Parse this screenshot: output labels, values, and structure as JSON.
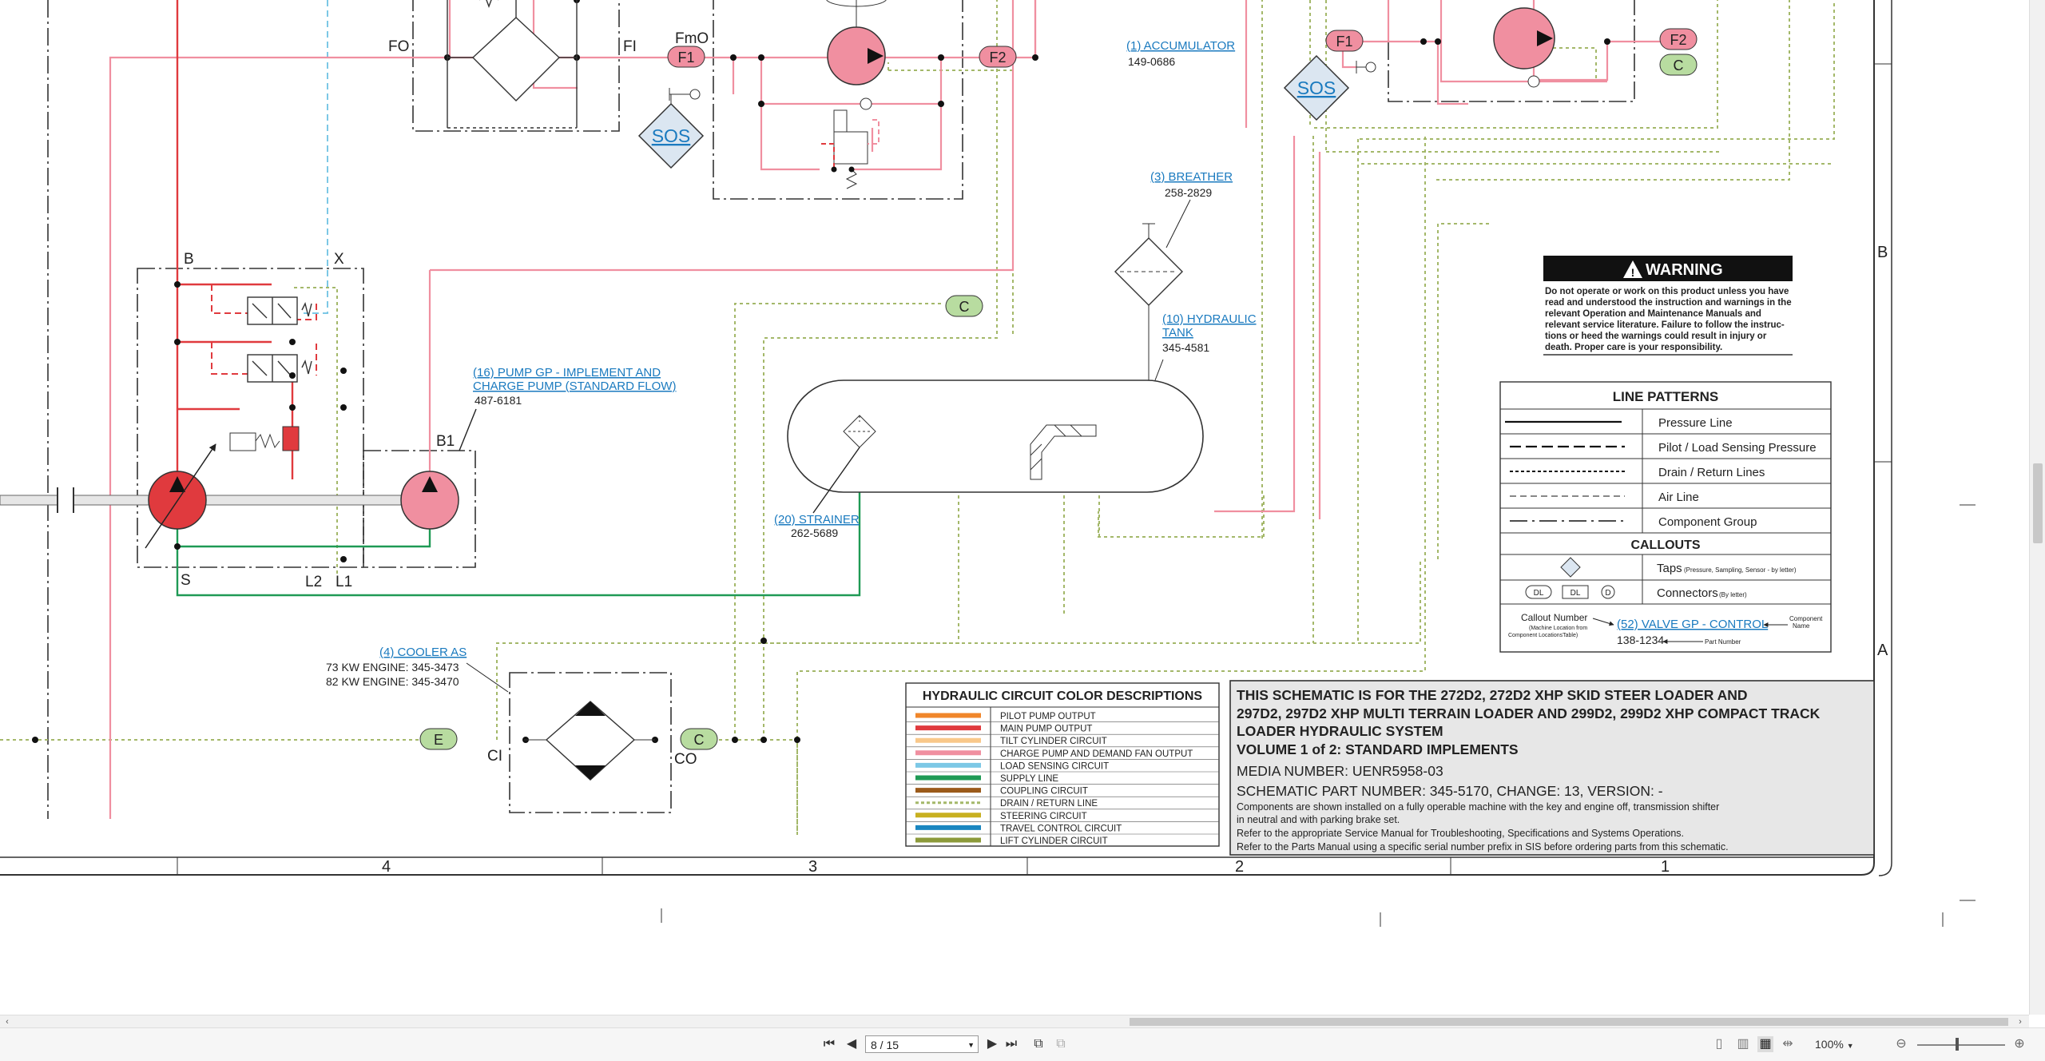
{
  "schematic": {
    "components": {
      "accumulator": {
        "callout": "(1) ACCUMULATOR",
        "part": "149-0686"
      },
      "breather": {
        "callout": "(3) BREATHER",
        "part": "258-2829"
      },
      "hydraulic_tank": {
        "callout_l1": "(10) HYDRAULIC",
        "callout_l2": "TANK",
        "part": "345-4581"
      },
      "pump": {
        "callout_l1": "(16) PUMP GP - IMPLEMENT AND",
        "callout_l2": "CHARGE PUMP (STANDARD FLOW)",
        "part": "487-6181"
      },
      "strainer": {
        "callout": "(20) STRAINER",
        "part": "262-5689"
      },
      "cooler": {
        "callout": "(4) COOLER AS",
        "part_73": "73 KW ENGINE: 345-3473",
        "part_82": "82 KW ENGINE: 345-3470"
      }
    },
    "ports": {
      "fo": "FO",
      "fi": "FI",
      "fmo": "FmO",
      "f1": "F1",
      "f2": "F2",
      "c": "C",
      "e": "E",
      "ci": "CI",
      "co": "CO",
      "b": "B",
      "x": "X",
      "b1": "B1",
      "s": "S",
      "l2": "L2",
      "l1": "L1",
      "sos": "SOS"
    },
    "grid": {
      "row_b": "B",
      "row_a": "A",
      "col_4": "4",
      "col_3": "3",
      "col_2": "2",
      "col_1": "1"
    },
    "warning": {
      "title": "WARNING",
      "lines": [
        "Do not operate or work on this product unless you have",
        "read and understood the instruction and warnings in the",
        "relevant Operation and Maintenance Manuals and",
        "relevant service literature. Failure to follow the instruc-",
        "tions or heed the warnings could result in injury or",
        "death. Proper care is your responsibility."
      ]
    },
    "line_patterns": {
      "title": "LINE PATTERNS",
      "items": [
        "Pressure Line",
        "Pilot / Load Sensing Pressure",
        "Drain / Return Lines",
        "Air Line",
        "Component Group"
      ],
      "callouts_title": "CALLOUTS",
      "taps": "Taps",
      "taps_note": "(Pressure, Sampling, Sensor - by letter)",
      "connectors": "Connectors",
      "connectors_note": "(By letter)",
      "conn_dl1": "DL",
      "conn_dl2": "DL",
      "conn_d": "D",
      "example_callout_number": "Callout Number",
      "example_callout_sub1": "(Machine Location from",
      "example_callout_sub2": "Component LocationsTable)",
      "example_link": "(52) VALVE GP - CONTROL",
      "example_component_1": "Component",
      "example_component_2": "Name",
      "example_part": "138-1234",
      "example_part_label": "Part Number"
    },
    "color_descriptions": {
      "title": "HYDRAULIC CIRCUIT COLOR DESCRIPTIONS",
      "items": [
        {
          "label": "PILOT PUMP OUTPUT",
          "color": "#f0862a",
          "dashed": false
        },
        {
          "label": "MAIN PUMP OUTPUT",
          "color": "#e03a3e",
          "dashed": false
        },
        {
          "label": "TILT CYLINDER CIRCUIT",
          "color": "#f9c88a",
          "dashed": false
        },
        {
          "label": "CHARGE PUMP AND DEMAND FAN OUTPUT",
          "color": "#f08fa0",
          "dashed": false
        },
        {
          "label": "LOAD SENSING CIRCUIT",
          "color": "#7cc8e6",
          "dashed": false
        },
        {
          "label": "SUPPLY LINE",
          "color": "#1f9a55",
          "dashed": false
        },
        {
          "label": "COUPLING CIRCUIT",
          "color": "#9b5a1a",
          "dashed": false
        },
        {
          "label": "DRAIN / RETURN LINE",
          "color": "#a4b86a",
          "dashed": true
        },
        {
          "label": "STEERING CIRCUIT",
          "color": "#c8b020",
          "dashed": false
        },
        {
          "label": "TRAVEL CONTROL CIRCUIT",
          "color": "#1a86c0",
          "dashed": false
        },
        {
          "label": "LIFT CYLINDER CIRCUIT",
          "color": "#8c9a3a",
          "dashed": false
        }
      ]
    },
    "title_block": {
      "line1": "THIS SCHEMATIC IS FOR THE 272D2, 272D2 XHP SKID STEER LOADER AND",
      "line2": "297D2, 297D2 XHP MULTI TERRAIN LOADER AND 299D2, 299D2 XHP COMPACT TRACK",
      "line3": "LOADER HYDRAULIC SYSTEM",
      "line4": "VOLUME 1 of 2: STANDARD IMPLEMENTS",
      "media": "MEDIA NUMBER: UENR5958-03",
      "schematic_part": "SCHEMATIC PART NUMBER: 345-5170, CHANGE: 13, VERSION: -",
      "note1": "Components are shown installed on a fully operable machine with the key and engine off, transmission shifter",
      "note2": "in neutral and with parking brake set.",
      "note3": "Refer to the appropriate Service Manual for Troubleshooting, Specifications and Systems Operations.",
      "note4": "Refer to the Parts Manual using a specific serial number prefix in SIS before ordering parts from this schematic."
    }
  },
  "toolbar": {
    "page_value": "8 / 15",
    "zoom_value": "100%"
  },
  "colors": {
    "pressure_red": "#e03a3e",
    "charge_pink": "#f08fa0",
    "supply_green": "#1f9a55",
    "drain_green": "#a4b86a",
    "load_sense_blue": "#7cc8e6",
    "callout_link": "#1a7abf"
  }
}
